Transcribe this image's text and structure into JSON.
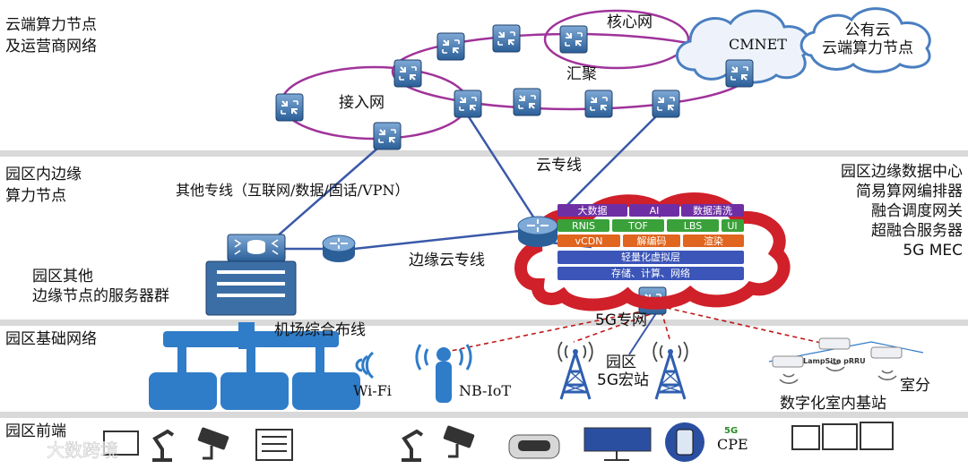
{
  "layers": {
    "cloud": "云端算力节点\n及运营商网络",
    "park_edge": "园区内边缘\n算力节点",
    "park_network": "园区基础网络",
    "park_front": "园区前端"
  },
  "rings": {
    "core": "核心网",
    "aggregation": "汇聚",
    "access": "接入网"
  },
  "clouds": {
    "cmnet": "CMNET",
    "public": "公有云\n云端算力节点"
  },
  "links": {
    "other_lines": "其他专线（互联网/数据/固话/VPN）",
    "cloud_line": "云专线",
    "edge_cloud_line": "边缘云专线",
    "private_5g": "5G专网"
  },
  "edge_dc_labels": [
    "园区边缘数据中心",
    "简易算网编排器",
    "融合调度网关",
    "超融合服务器",
    "5G MEC"
  ],
  "server_group": "园区其他\n边缘节点的服务器群",
  "stack": {
    "row1": [
      "大数据",
      "AI",
      "数据清洗"
    ],
    "row2": [
      "RNIS",
      "TOF",
      "LBS",
      "UI"
    ],
    "row3": [
      "vCDN",
      "解编码",
      "渲染"
    ],
    "row4": "轻量化虚拟层",
    "row5": "存储、计算、网络"
  },
  "network": {
    "cabling": "机场综合布线",
    "wifi": "Wi-Fi",
    "nbiot": "NB-IoT",
    "macro": "园区\n5G宏站",
    "lampsite": "LampSite pRRU",
    "indoor": "室分",
    "digital_indoor": "数字化室内基站"
  },
  "front": {
    "cpe_badge": "5G",
    "cpe": "CPE"
  },
  "watermark": "大数跨境",
  "colors": {
    "band": "#d9d9d9",
    "ring": "#a0339a",
    "link": "#3a59a8",
    "router": "#3b6ea5",
    "cloud_red": "#d0202a",
    "stack_purple": "#6e2fa5",
    "stack_green": "#3aa13a",
    "stack_orange": "#e0651e",
    "stack_blue": "#3b55b8",
    "tree_blue": "#2f7cc8",
    "dashed_red": "#c01818"
  }
}
